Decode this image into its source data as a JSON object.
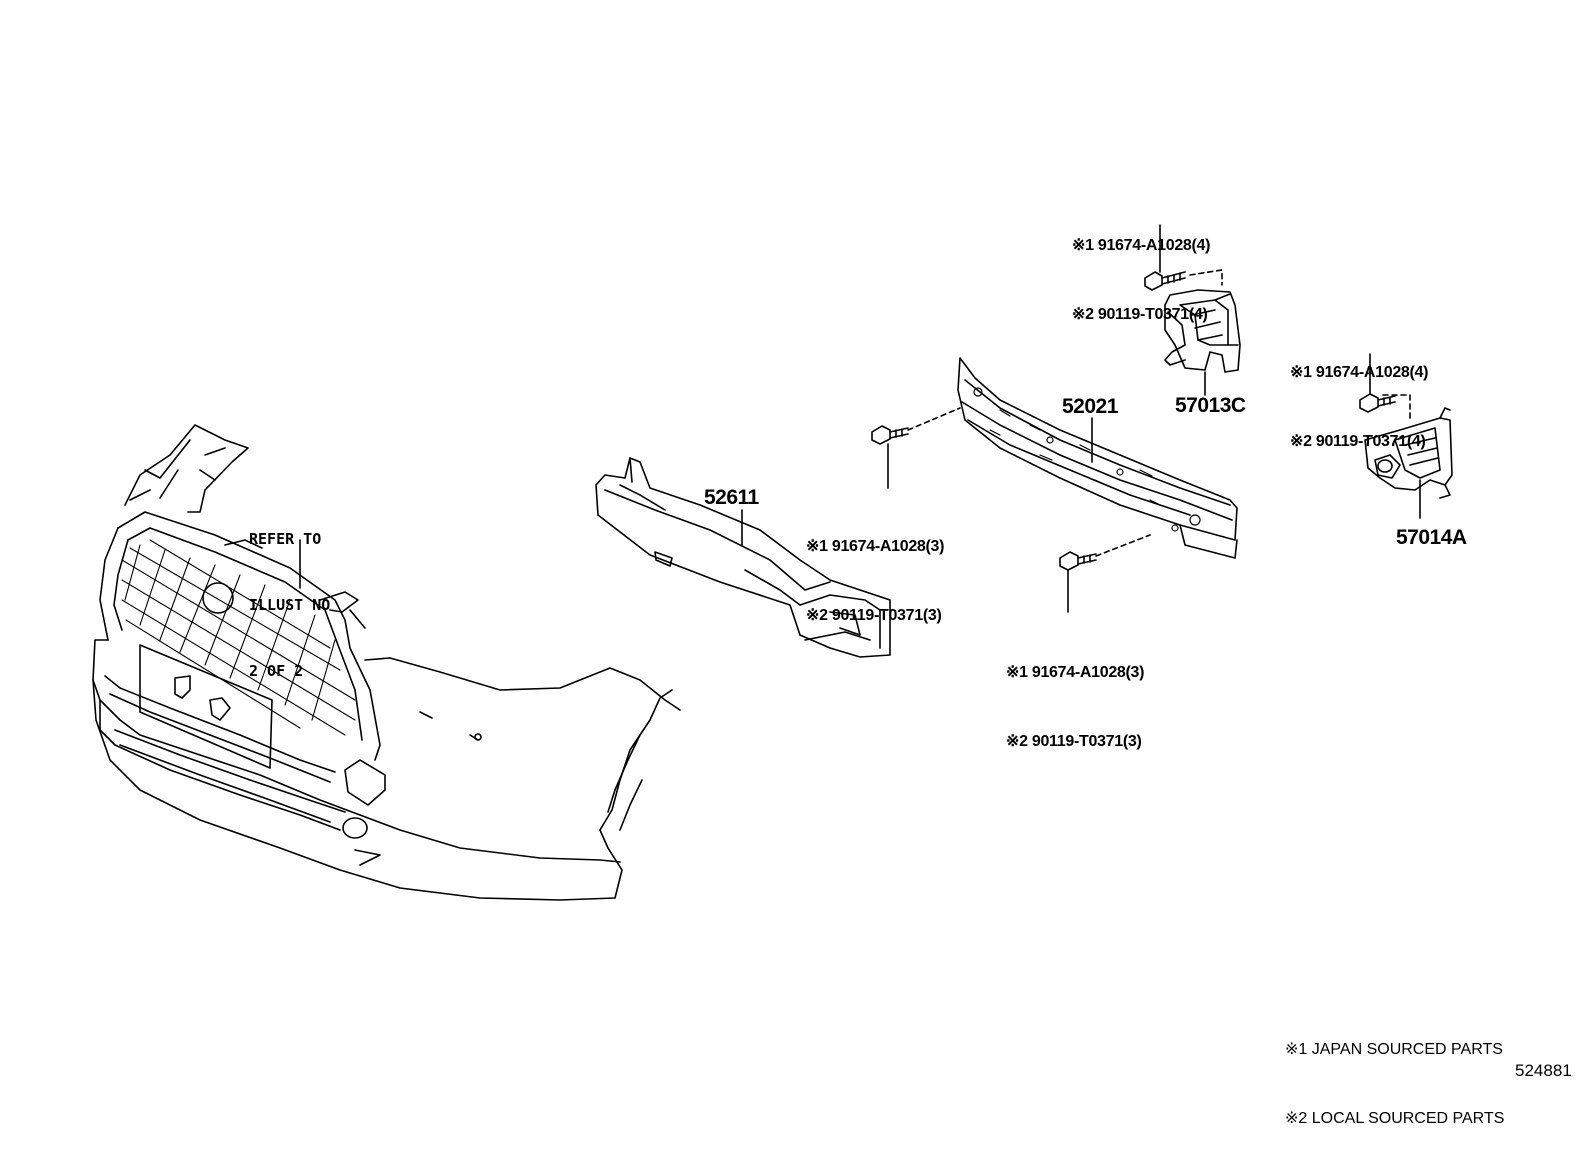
{
  "diagram": {
    "refer_note": [
      "REFER TO",
      "ILLUST NO",
      "2 OF 2"
    ],
    "parts": {
      "p52611": "52611",
      "p52021": "52021",
      "p57013C": "57013C",
      "p57014A": "57014A"
    },
    "bolts": {
      "top_center": [
        "※1 91674-A1028(4)",
        "※2 90119-T0371(4)"
      ],
      "right": [
        "※1 91674-A1028(4)",
        "※2 90119-T0371(4)"
      ],
      "mid_left": [
        "※1 91674-A1028(3)",
        "※2 90119-T0371(3)"
      ],
      "mid_lower": [
        "※1 91674-A1028(3)",
        "※2 90119-T0371(3)"
      ]
    },
    "legend": [
      "※1 JAPAN SOURCED PARTS",
      "※2 LOCAL SOURCED PARTS"
    ],
    "illustration_number": "524881"
  }
}
